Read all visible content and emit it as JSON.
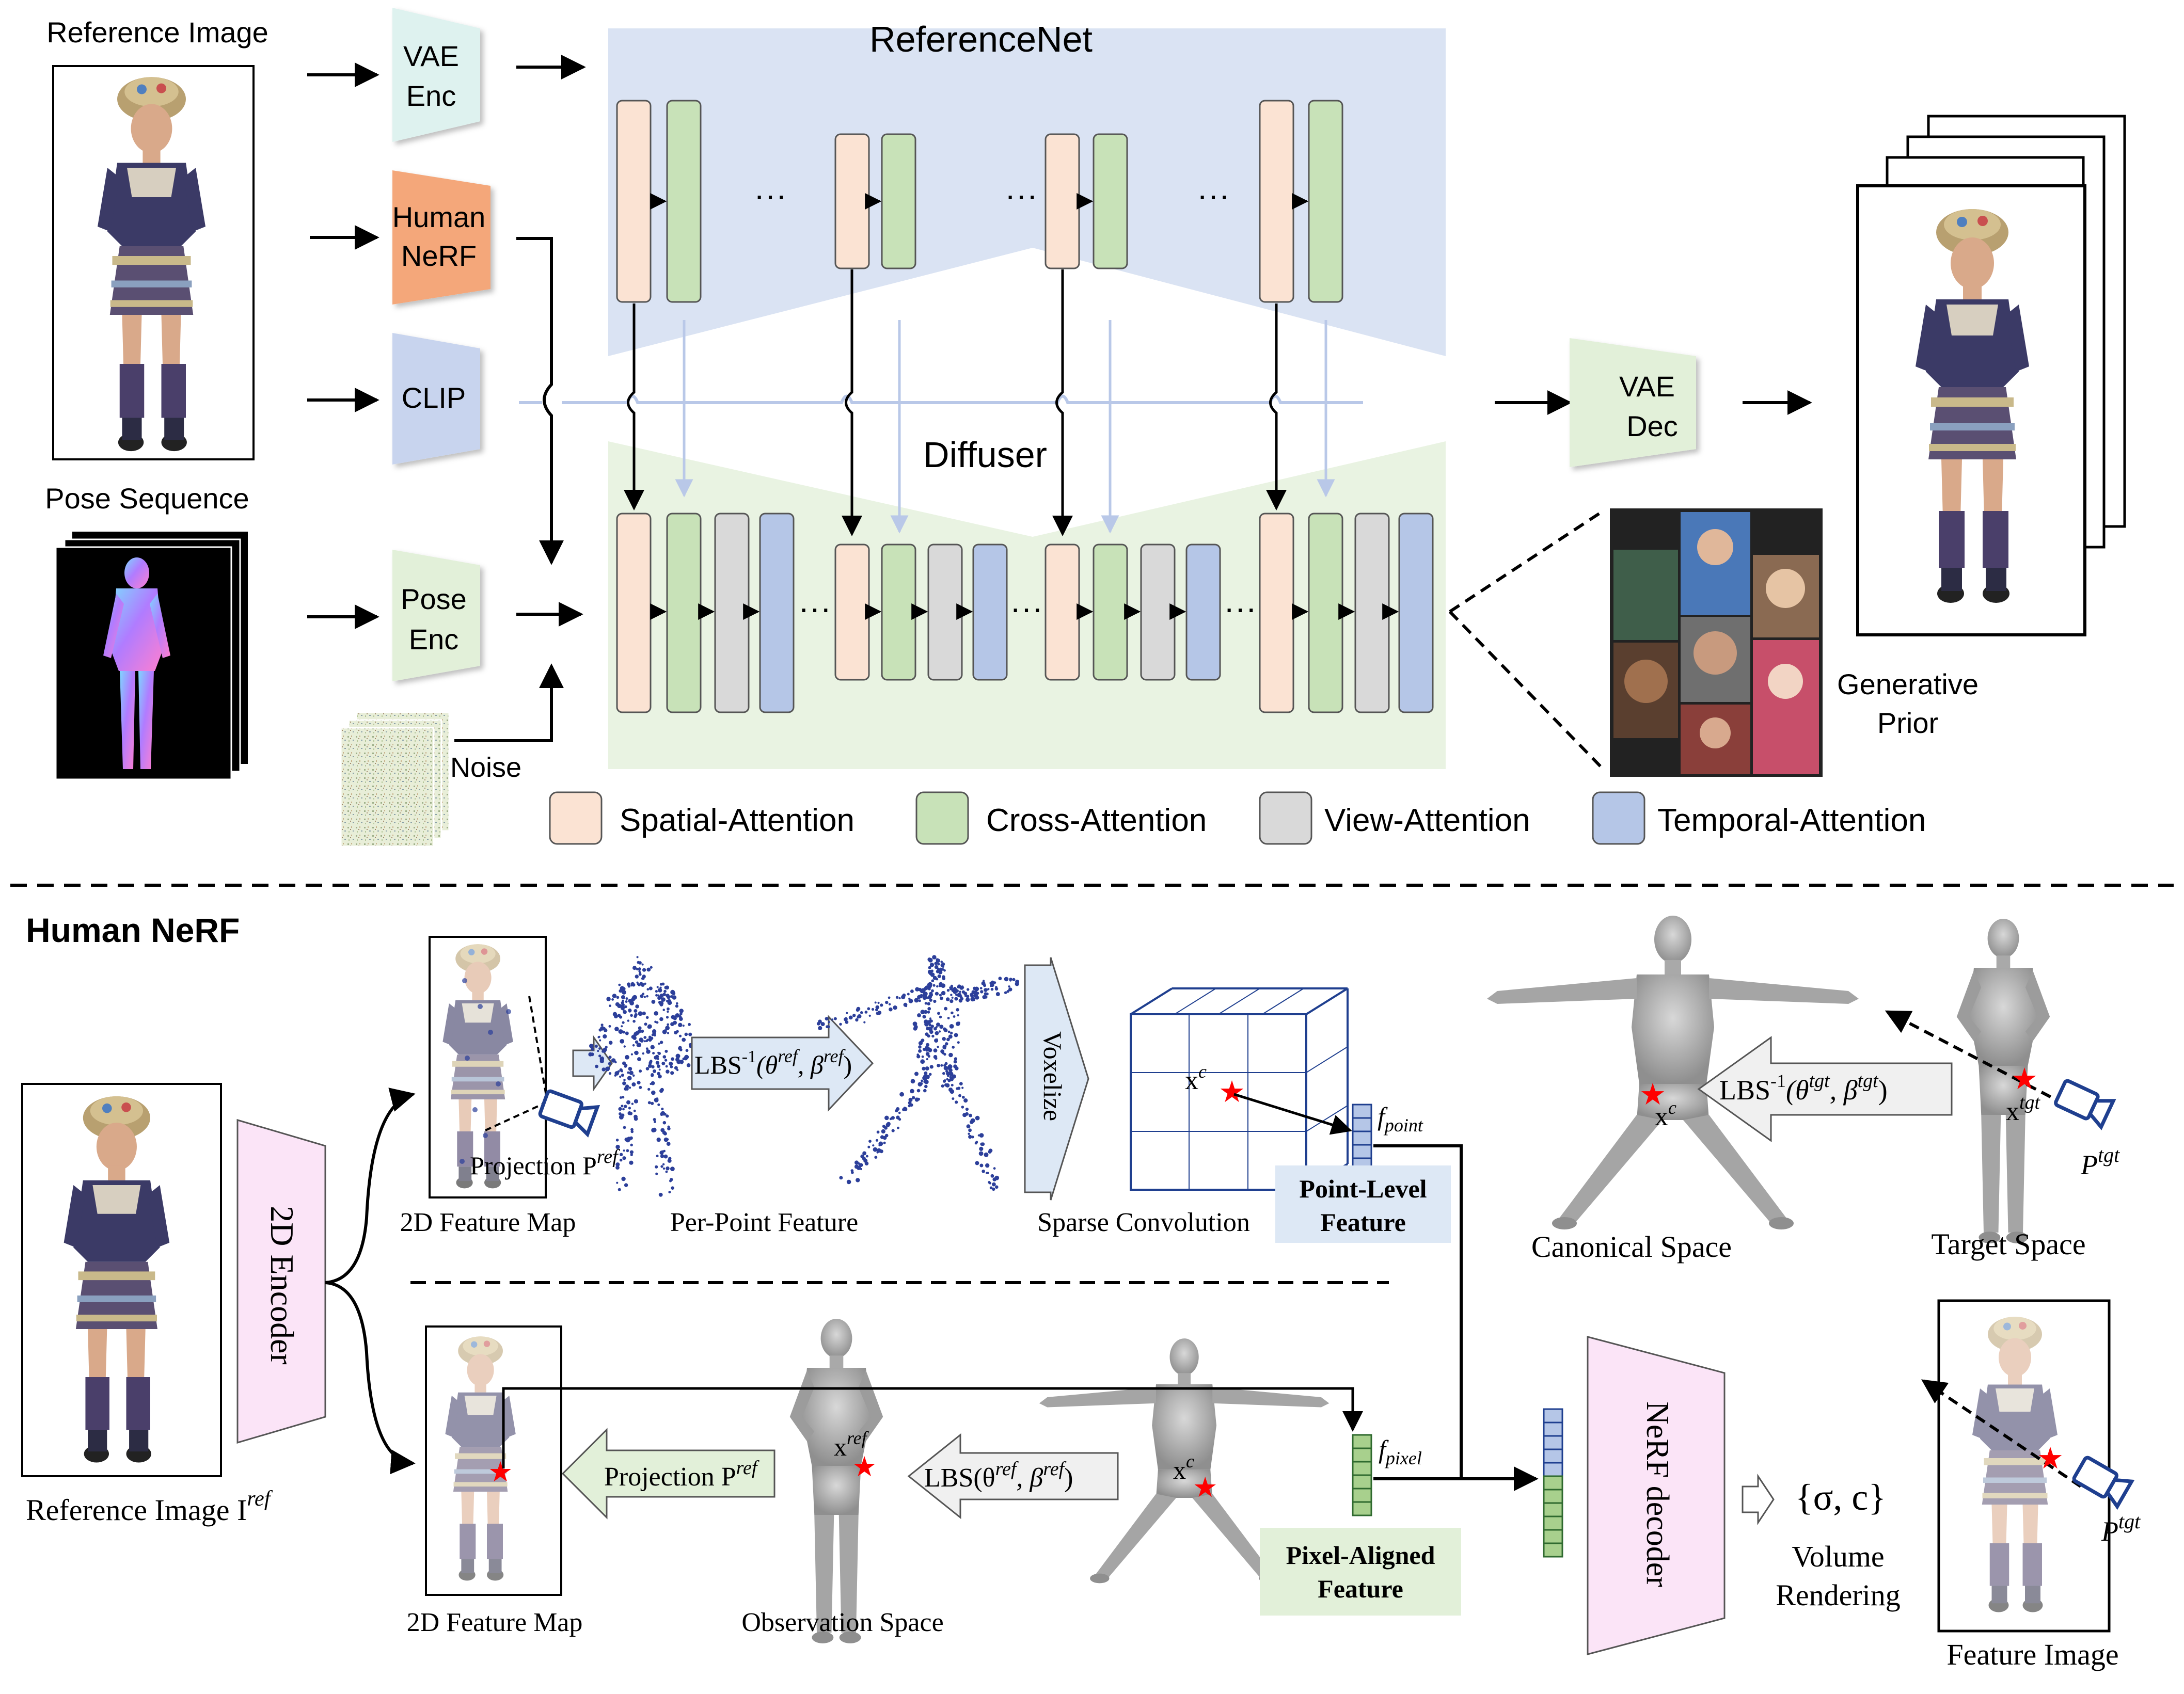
{
  "top": {
    "reference_image_label": "Reference Image",
    "pose_sequence_label": "Pose Sequence",
    "noise_label": "Noise",
    "vae_enc": [
      "VAE",
      "Enc"
    ],
    "human_nerf": [
      "Human",
      "NeRF"
    ],
    "clip": "CLIP",
    "pose_enc": [
      "Pose",
      "Enc"
    ],
    "referencenet_title": "ReferenceNet",
    "diffuser_title": "Diffuser",
    "ellipsis": "···",
    "vae_dec": [
      "VAE",
      "Dec"
    ],
    "generative_prior": [
      "Generative",
      "Prior"
    ],
    "legend": [
      {
        "label": "Spatial-Attention",
        "color": "#fbe3d3"
      },
      {
        "label": "Cross-Attention",
        "color": "#c8e2b8"
      },
      {
        "label": "View-Attention",
        "color": "#d9d9d9"
      },
      {
        "label": "Temporal-Attention",
        "color": "#b5c6e7"
      }
    ]
  },
  "bottom": {
    "section_title": "Human NeRF",
    "encoder_label": "2D Encoder",
    "reference_image_label": "Reference Image I",
    "reference_image_sup": "ref",
    "feature_map_label_top": "2D Feature Map",
    "projection_top_label": "Projection P",
    "projection_top_sup": "ref",
    "per_point_label": "Per-Point Feature",
    "lbs_inv_ref": "LBS",
    "lbs_inv_ref_sup": "-1",
    "lbs_inv_ref_args": "(θ",
    "lbs_inv_ref_args_sup1": "ref",
    "lbs_inv_ref_args_mid": ", β",
    "lbs_inv_ref_args_sup2": "ref",
    "lbs_inv_ref_args_end": ")",
    "voxelize_label": "Voxelize",
    "sparse_conv_label": "Sparse Convolution",
    "xc_label": "x",
    "xc_sup": "c",
    "f_point_label": "f",
    "f_point_sub": "point",
    "point_level_feature": [
      "Point-Level",
      "Feature"
    ],
    "canonical_space_label": "Canonical Space",
    "lbs_inv_tgt": "LBS",
    "lbs_inv_tgt_sup": "-1",
    "lbs_inv_tgt_args": "(θ",
    "lbs_inv_tgt_args_sup1": "tgt",
    "lbs_inv_tgt_args_mid": ", β",
    "lbs_inv_tgt_args_sup2": "tgt",
    "lbs_inv_tgt_args_end": ")",
    "x_tgt_label": "x",
    "x_tgt_sup": "tgt",
    "p_tgt_label": "P",
    "p_tgt_sup": "tgt",
    "target_space_label": "Target Space",
    "feature_map_label_bottom": "2D Feature Map",
    "projection_bottom_label": "Projection P",
    "projection_bottom_sup": "ref",
    "x_ref_label": "x",
    "x_ref_sup": "ref",
    "observation_space_label": "Observation Space",
    "lbs_ref": "LBS(θ",
    "lbs_ref_sup1": "ref",
    "lbs_ref_mid": ", β",
    "lbs_ref_sup2": "ref",
    "lbs_ref_end": ")",
    "f_pixel_label": "f",
    "f_pixel_sub": "pixel",
    "pixel_aligned_feature": [
      "Pixel-Aligned",
      "Feature"
    ],
    "nerf_decoder_label": "NeRF decoder",
    "sigma_c_label": "{σ, c}",
    "volume_rendering": [
      "Volume",
      "Rendering"
    ],
    "p_tgt2_label": "P",
    "p_tgt2_sup": "tgt",
    "feature_image_label": "Feature Image"
  },
  "colors": {
    "referencenet_bg": "#dae3f3",
    "diffuser_bg": "#e9f3e2",
    "human_nerf_box": "#f4a77a",
    "enc_box": "#e2f0d9",
    "vae_enc_box": "#def2ef",
    "clip_box": "#c8d4ee",
    "encoder_pink": "#fbe4f7",
    "point_feature_box": "#dde8f5",
    "pixel_feature_box": "#e2f0d9",
    "star": "#ff0000",
    "camera": "#1f3f8f",
    "pointcloud": "#2c3f9a"
  }
}
